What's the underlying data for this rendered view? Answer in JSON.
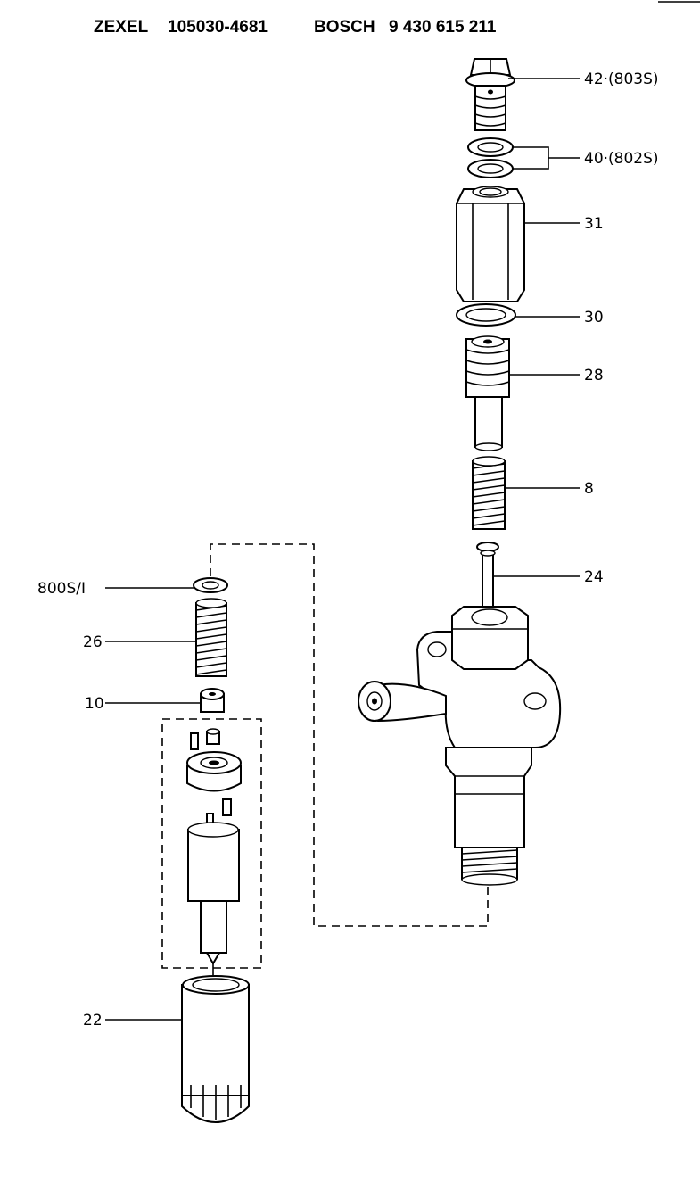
{
  "header": {
    "brand": "ZEXEL",
    "zexel_number": "105030-4681",
    "oem": "BOSCH",
    "oem_number": "9 430 615 211"
  },
  "callouts": [
    {
      "id": "c42",
      "text": "42·(803S)"
    },
    {
      "id": "c40",
      "text": "40·(802S)"
    },
    {
      "id": "c31",
      "text": "31"
    },
    {
      "id": "c30",
      "text": "30"
    },
    {
      "id": "c28",
      "text": "28"
    },
    {
      "id": "c8",
      "text": "8"
    },
    {
      "id": "c24",
      "text": "24"
    },
    {
      "id": "c800",
      "text": "800S/I"
    },
    {
      "id": "c26",
      "text": "26"
    },
    {
      "id": "c10",
      "text": "10"
    },
    {
      "id": "c22",
      "text": "22"
    }
  ]
}
